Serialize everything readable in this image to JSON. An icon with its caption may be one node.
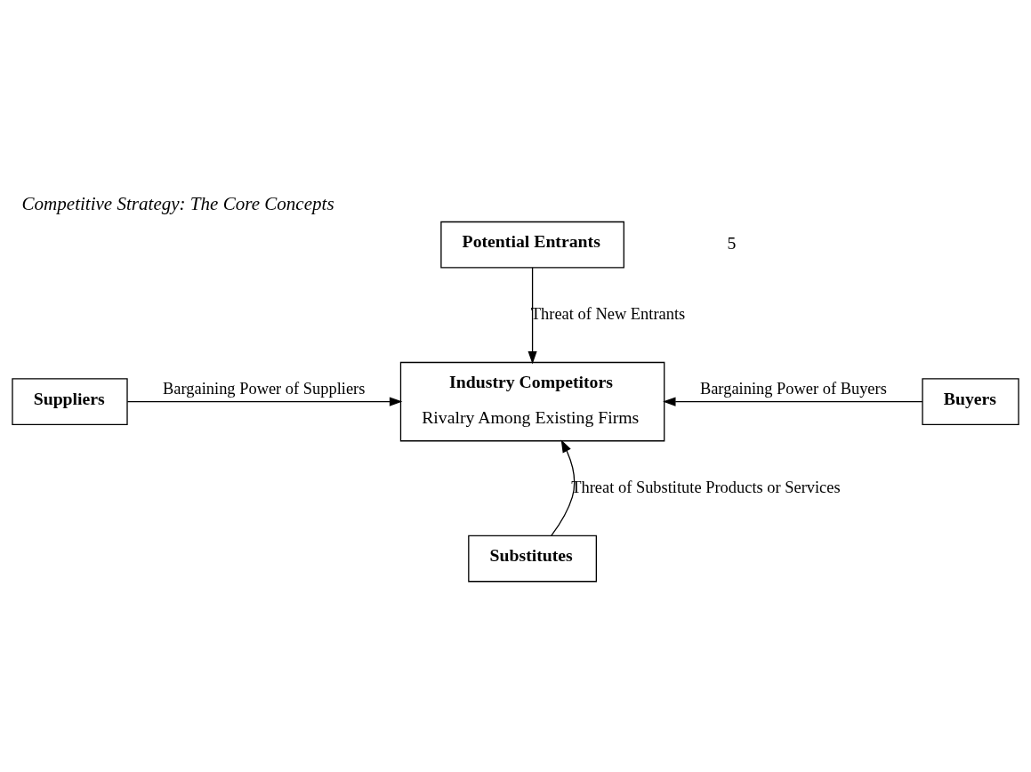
{
  "diagram": {
    "title": "Competitive Strategy: The Core Concepts",
    "nodes": [
      {
        "text": [
          "Potential Entrants"
        ]
      },
      {
        "text": [
          "Industry Competitors",
          "Rivalry Among Existing Firms"
        ]
      },
      {
        "text": [
          "Suppliers"
        ]
      },
      {
        "text": [
          "Buyers"
        ]
      },
      {
        "text": [
          "Substitutes"
        ]
      }
    ],
    "edges": [
      {
        "from": 0,
        "to": 1,
        "arrow": "to",
        "label": "Threat of New Entrants"
      },
      {
        "from": 2,
        "to": 1,
        "arrow": "to",
        "label": "Bargaining Power of Suppliers"
      },
      {
        "from": 3,
        "to": 1,
        "arrow": "to",
        "label": "Bargaining Power of Buyers"
      },
      {
        "from": 4,
        "to": 1,
        "arrow": "to",
        "label": "Threat of Substitute Products or Services"
      }
    ],
    "labels": [
      "5"
    ]
  }
}
